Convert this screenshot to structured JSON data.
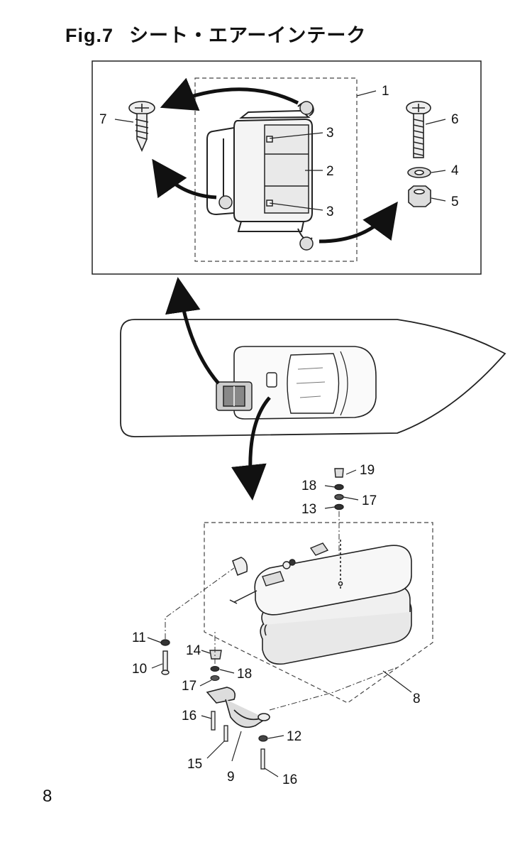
{
  "header": {
    "figure": "Fig.7",
    "title": "シート・エアーインテーク"
  },
  "page_number": "8",
  "callouts": {
    "c1": "1",
    "c2": "2",
    "c3a": "3",
    "c3b": "3",
    "c4": "4",
    "c5": "5",
    "c6": "6",
    "c7": "7",
    "c8": "8",
    "c9": "9",
    "c10": "10",
    "c11": "11",
    "c12": "12",
    "c13": "13",
    "c14": "14",
    "c15": "15",
    "c16a": "16",
    "c16b": "16",
    "c17a": "17",
    "c17b": "17",
    "c18a": "18",
    "c18b": "18",
    "c19": "19"
  }
}
